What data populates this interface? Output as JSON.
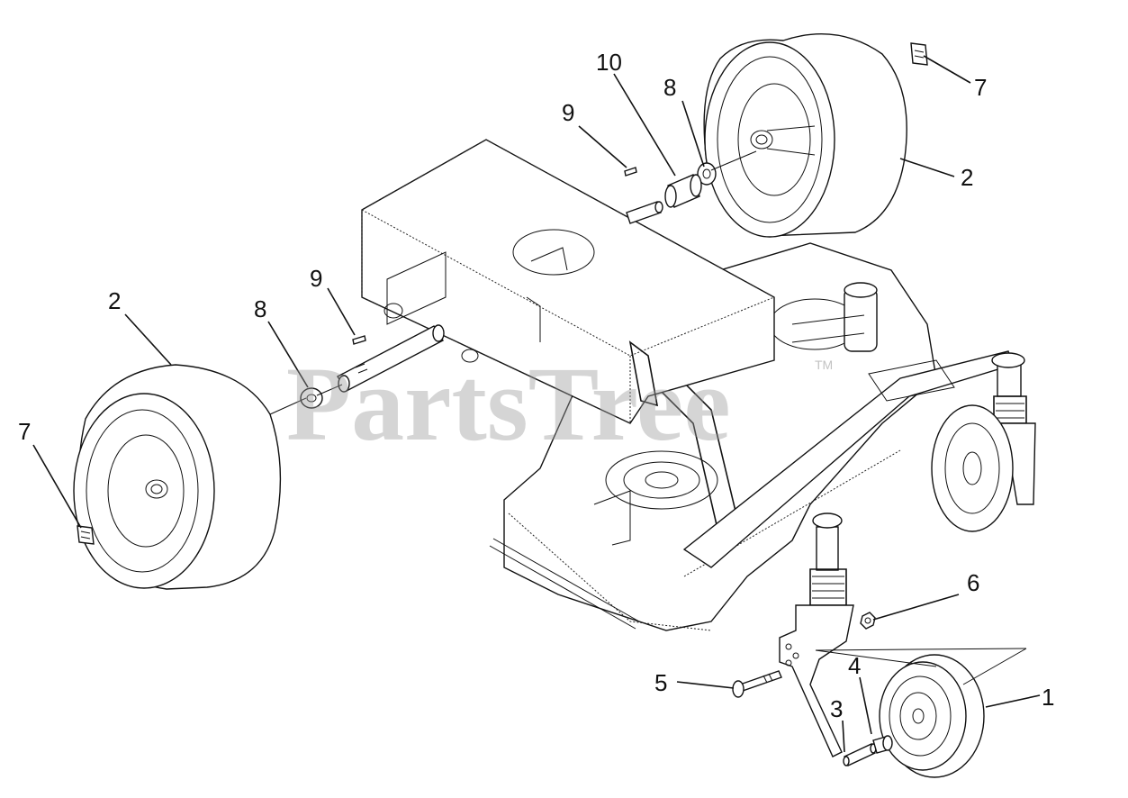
{
  "watermark": {
    "text": "PartsTree",
    "trademark": "TM"
  },
  "callouts": {
    "front_wheel": "1",
    "rear_tire_right": "2",
    "rear_tire_left": "2",
    "spacer": "3",
    "bushing": "4",
    "bolt": "5",
    "nut": "6",
    "valve_stem_right": "7",
    "valve_stem_left": "7",
    "washer_right": "8",
    "washer_left": "8",
    "pin_right": "9",
    "pin_left": "9",
    "sleeve": "10"
  }
}
